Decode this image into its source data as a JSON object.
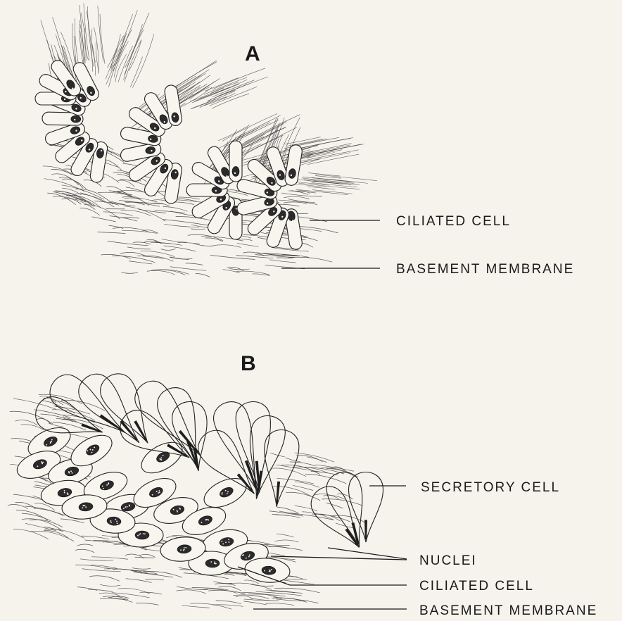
{
  "panels": [
    {
      "letter": "A",
      "labels": [
        "CILIATED CELL",
        "BASEMENT MEMBRANE"
      ]
    },
    {
      "letter": "B",
      "labels": [
        "SECRETORY CELL",
        "NUCLEI",
        "CILIATED CELL",
        "BASEMENT MEMBRANE"
      ]
    }
  ],
  "colors": {
    "background": "#f6f3ed",
    "ink": "#1a1a1a"
  }
}
